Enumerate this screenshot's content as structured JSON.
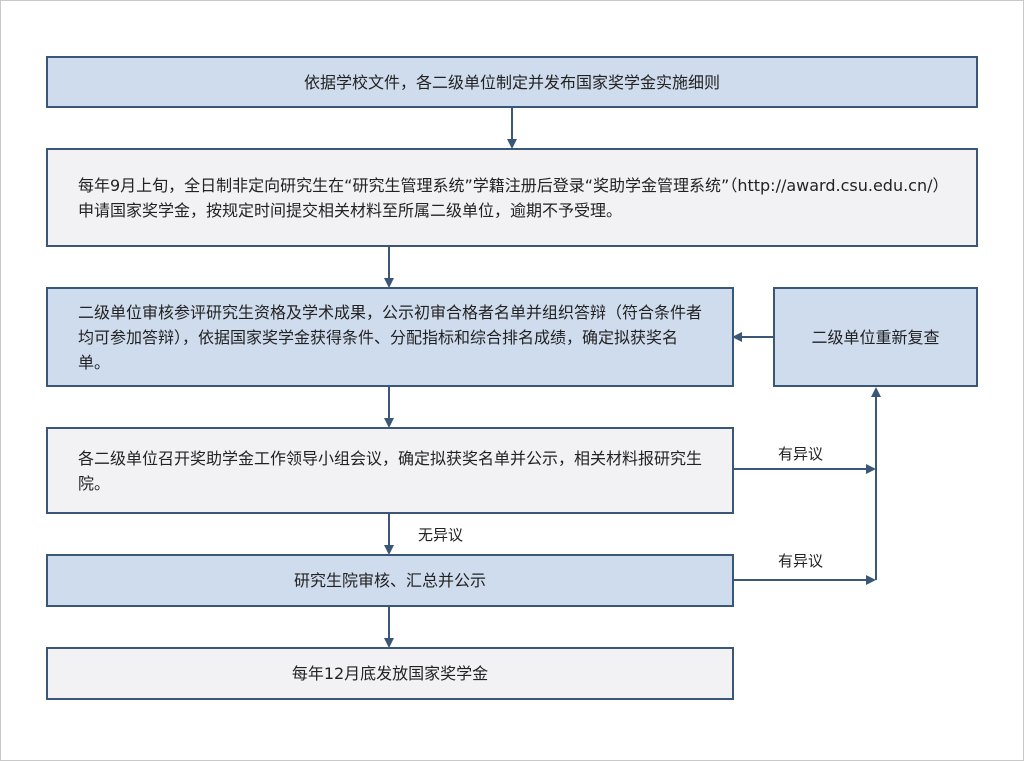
{
  "steps": {
    "step1": "依据学校文件，各二级单位制定并发布国家奖学金实施细则",
    "step2": "每年9月上旬，全日制非定向研究生在“研究生管理系统”学籍注册后登录“奖助学金管理系统”（http://award.csu.edu.cn/）申请国家奖学金，按规定时间提交相关材料至所属二级单位，逾期不予受理。",
    "step3": "二级单位审核参评研究生资格及学术成果，公示初审合格者名单并组织答辩（符合条件者均可参加答辩），依据国家奖学金获得条件、分配指标和综合排名成绩，确定拟获奖名单。",
    "step4": "各二级单位召开奖助学金工作领导小组会议，确定拟获奖名单并公示，相关材料报研究生院。",
    "step5": "研究生院审核、汇总并公示",
    "step6": "每年12月底发放国家奖学金",
    "review": "二级单位重新复查"
  },
  "edge_labels": {
    "no_objection": "无异议",
    "objection_1": "有异议",
    "objection_2": "有异议"
  },
  "colors": {
    "blue_fill": "#cfdcee",
    "gray_fill": "#f2f2f4",
    "stroke": "#3b5778"
  }
}
